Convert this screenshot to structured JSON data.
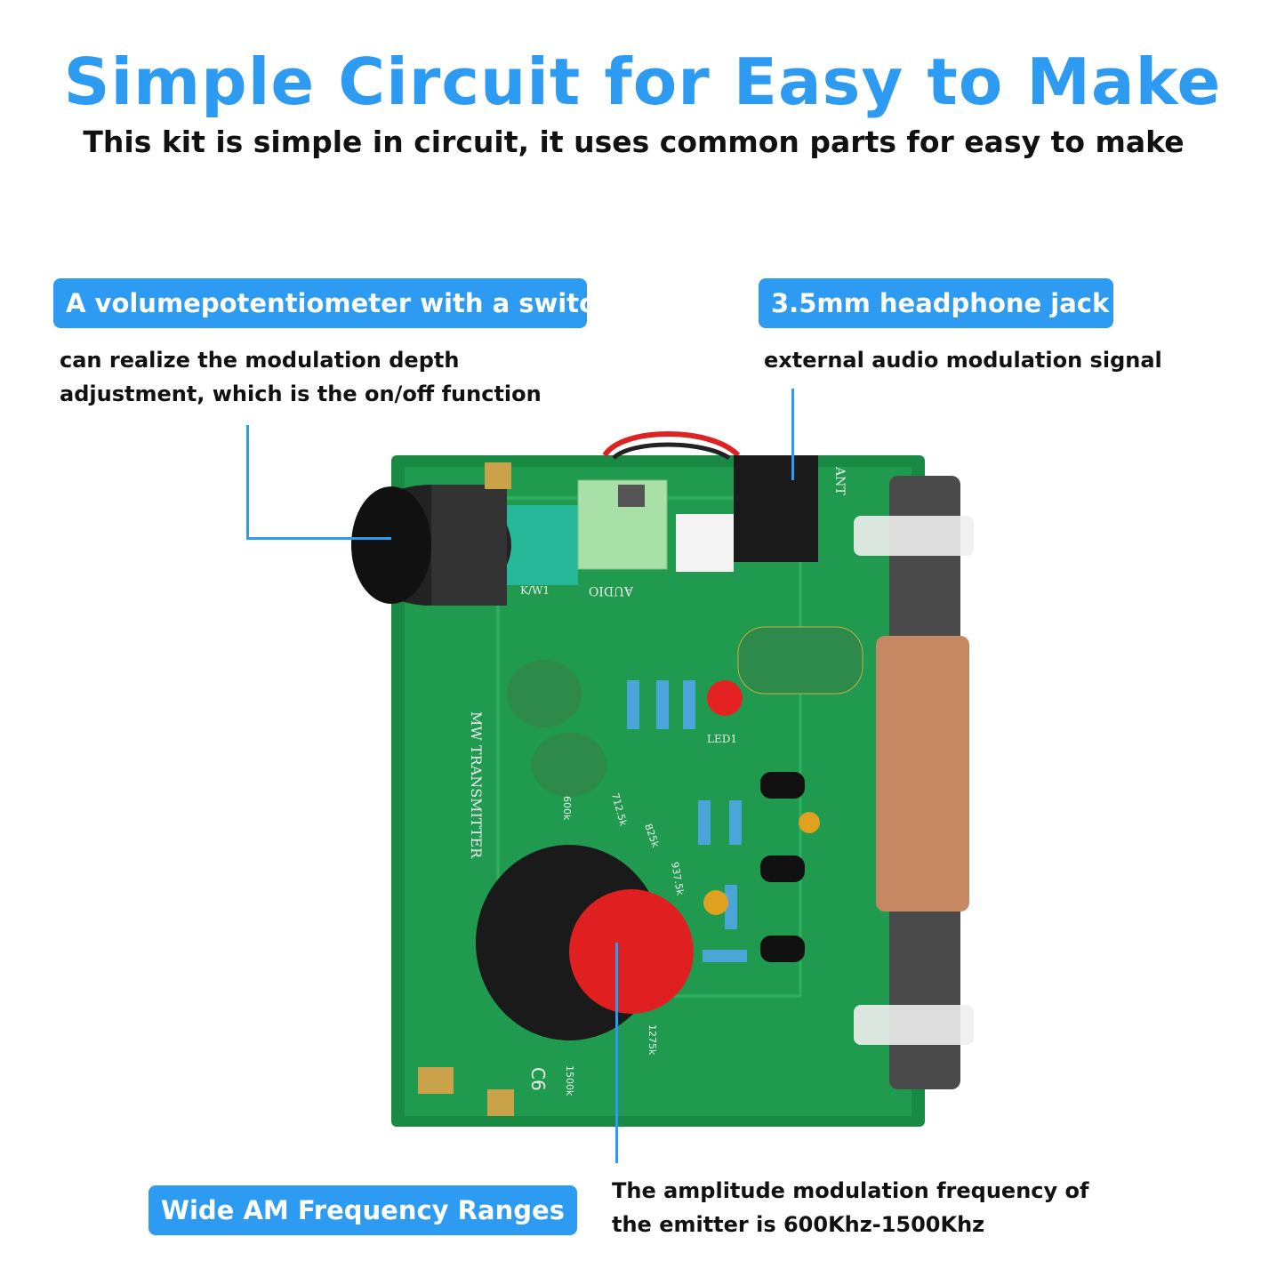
{
  "header": {
    "title": "Simple Circuit for Easy to Make",
    "subtitle": "This kit is simple in circuit, it uses common parts for easy to make"
  },
  "callouts": [
    {
      "label": "A volumepotentiometer with a switch",
      "lines": [
        "can realize the modulation depth",
        "adjustment, which is the on/off function"
      ]
    },
    {
      "label": "3.5mm headphone jack",
      "lines": [
        "external audio modulation signal"
      ]
    },
    {
      "label": "Wide AM Frequency Ranges",
      "lines": [
        "The amplitude modulation frequency of",
        "the emitter is 600Khz-1500Khz"
      ]
    }
  ],
  "board": {
    "name": "MW TRANSMITTER",
    "audio": "AUDIO",
    "ant": "ANT",
    "kw": "K/W1",
    "led": "LED1",
    "c6": "C6",
    "freqs": [
      "600k",
      "712.5k",
      "825k",
      "937.5k",
      "1275k",
      "1500k"
    ]
  },
  "colors": {
    "accent": "#2e9bf2",
    "pcb": "#1f9a4e",
    "knob_red": "#e02020"
  }
}
